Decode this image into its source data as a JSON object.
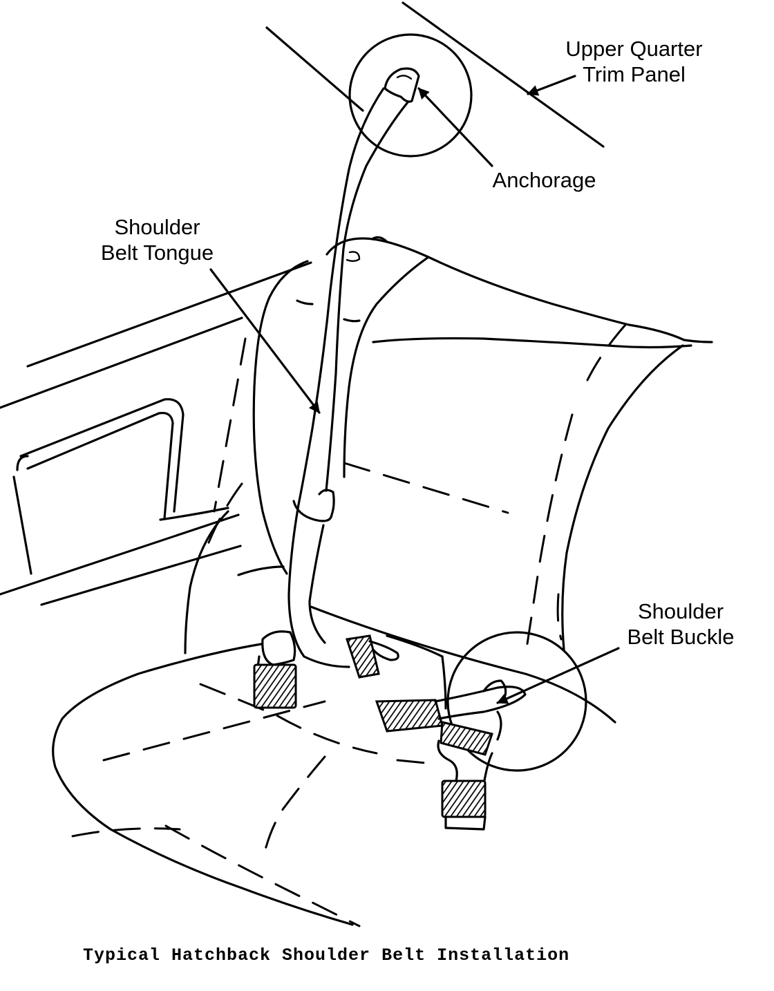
{
  "labels": {
    "upper_quarter": "Upper Quarter",
    "trim_panel": "Trim Panel",
    "anchorage": "Anchorage",
    "shoulder_1": "Shoulder",
    "belt_tongue": "Belt Tongue",
    "shoulder_2": "Shoulder",
    "belt_buckle": "Belt Buckle"
  },
  "caption": "Typical Hatchback Shoulder Belt Installation"
}
